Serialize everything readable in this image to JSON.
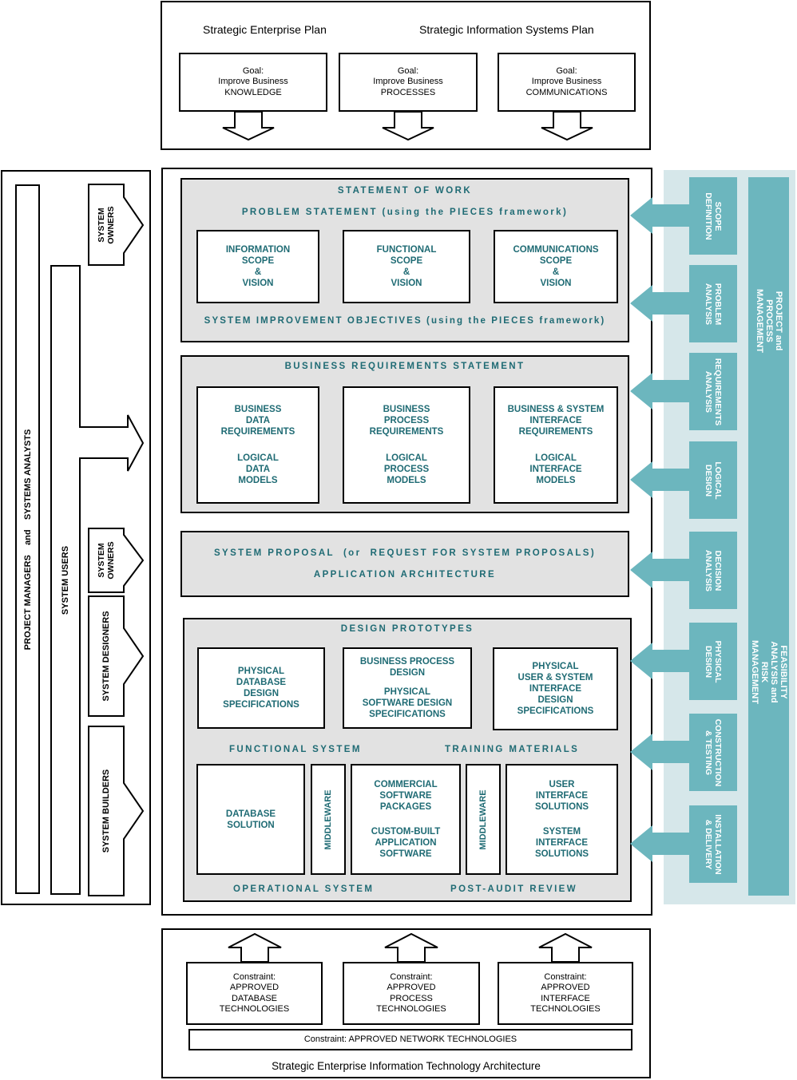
{
  "top": {
    "left_heading": "Strategic Enterprise Plan",
    "right_heading": "Strategic Information Systems Plan",
    "goals": [
      {
        "text": "Goal:\nImprove Business\nKNOWLEDGE"
      },
      {
        "text": "Goal:\nImprove Business\nPROCESSES"
      },
      {
        "text": "Goal:\nImprove Business\nCOMMUNICATIONS"
      }
    ]
  },
  "left_panel": {
    "stakeholders": "PROJECT MANAGERS    and    SYSTEMS ANALYSTS",
    "system_users": "SYSTEM USERS",
    "system_owners_1": "SYSTEM\nOWNERS",
    "system_owners_2": "SYSTEM\nOWNERS",
    "system_designers": "SYSTEM DESIGNERS",
    "system_builders": "SYSTEM BUILDERS"
  },
  "sow": {
    "title": "STATEMENT OF WORK",
    "problem": "PROBLEM STATEMENT (using the PIECES framework)",
    "boxes": [
      {
        "text": "INFORMATION\nSCOPE\n&\nVISION"
      },
      {
        "text": "FUNCTIONAL\nSCOPE\n&\nVISION"
      },
      {
        "text": "COMMUNICATIONS\nSCOPE\n&\nVISION"
      }
    ],
    "objectives": "SYSTEM IMPROVEMENT OBJECTIVES (using the PIECES framework)"
  },
  "brs": {
    "title": "BUSINESS REQUIREMENTS STATEMENT",
    "boxes": [
      {
        "top": "BUSINESS\nDATA\nREQUIREMENTS",
        "bottom": "LOGICAL\nDATA\nMODELS"
      },
      {
        "top": "BUSINESS\nPROCESS\nREQUIREMENTS",
        "bottom": "LOGICAL\nPROCESS\nMODELS"
      },
      {
        "top": "BUSINESS & SYSTEM\nINTERFACE\nREQUIREMENTS",
        "bottom": "LOGICAL\nINTERFACE\nMODELS"
      }
    ]
  },
  "proposal": {
    "line1": "SYSTEM PROPOSAL  (or  REQUEST FOR SYSTEM PROPOSALS)",
    "line2": "APPLICATION ARCHITECTURE"
  },
  "design": {
    "title": "DESIGN PROTOTYPES",
    "boxes": [
      {
        "text": "PHYSICAL\nDATABASE\nDESIGN\nSPECIFICATIONS"
      },
      {
        "top": "BUSINESS PROCESS\nDESIGN",
        "bottom": "PHYSICAL\nSOFTWARE DESIGN\nSPECIFICATIONS"
      },
      {
        "text": "PHYSICAL\nUSER & SYSTEM\nINTERFACE\nDESIGN\nSPECIFICATIONS"
      }
    ],
    "functional_system": "FUNCTIONAL SYSTEM",
    "training_materials": "TRAINING MATERIALS",
    "database_solution": "DATABASE\nSOLUTION",
    "middleware_1": "MIDDLEWARE",
    "software": {
      "top": "COMMERCIAL\nSOFTWARE\nPACKAGES",
      "bottom": "CUSTOM-BUILT\nAPPLICATION\nSOFTWARE"
    },
    "middleware_2": "MIDDLEWARE",
    "interfaces": {
      "top": "USER\nINTERFACE\nSOLUTIONS",
      "bottom": "SYSTEM\nINTERFACE\nSOLUTIONS"
    },
    "operational_system": "OPERATIONAL SYSTEM",
    "post_audit": "POST-AUDIT REVIEW"
  },
  "phases": [
    {
      "label": "SCOPE\nDEFINITION"
    },
    {
      "label": "PROBLEM\nANALYSIS"
    },
    {
      "label": "REQUIREMENTS\nANALYSIS"
    },
    {
      "label": "LOGICAL\nDESIGN"
    },
    {
      "label": "DECISION\nANALYSIS"
    },
    {
      "label": "PHYSICAL\nDESIGN"
    },
    {
      "label": "CONSTRUCTION\n& TESTING"
    },
    {
      "label": "INSTALLATION\n& DELIVERY"
    }
  ],
  "management_bar": {
    "upper": "PROJECT and PROCESS MANAGEMENT",
    "lower": "FEASIBILITY ANALYSIS and RISK MANAGEMENT"
  },
  "bottom": {
    "constraints": [
      {
        "text": "Constraint:\nAPPROVED\nDATABASE\nTECHNOLOGIES"
      },
      {
        "text": "Constraint:\nAPPROVED\nPROCESS\nTECHNOLOGIES"
      },
      {
        "text": "Constraint:\nAPPROVED\nINTERFACE\nTECHNOLOGIES"
      }
    ],
    "network": "Constraint: APPROVED NETWORK TECHNOLOGIES",
    "footer": "Strategic Enterprise Information Technology Architecture"
  },
  "colors": {
    "teal_text": "#1f6b74",
    "teal_fill": "#6cb6be",
    "teal_light": "#d6e7ea",
    "gray_panel": "#e2e2e2"
  }
}
